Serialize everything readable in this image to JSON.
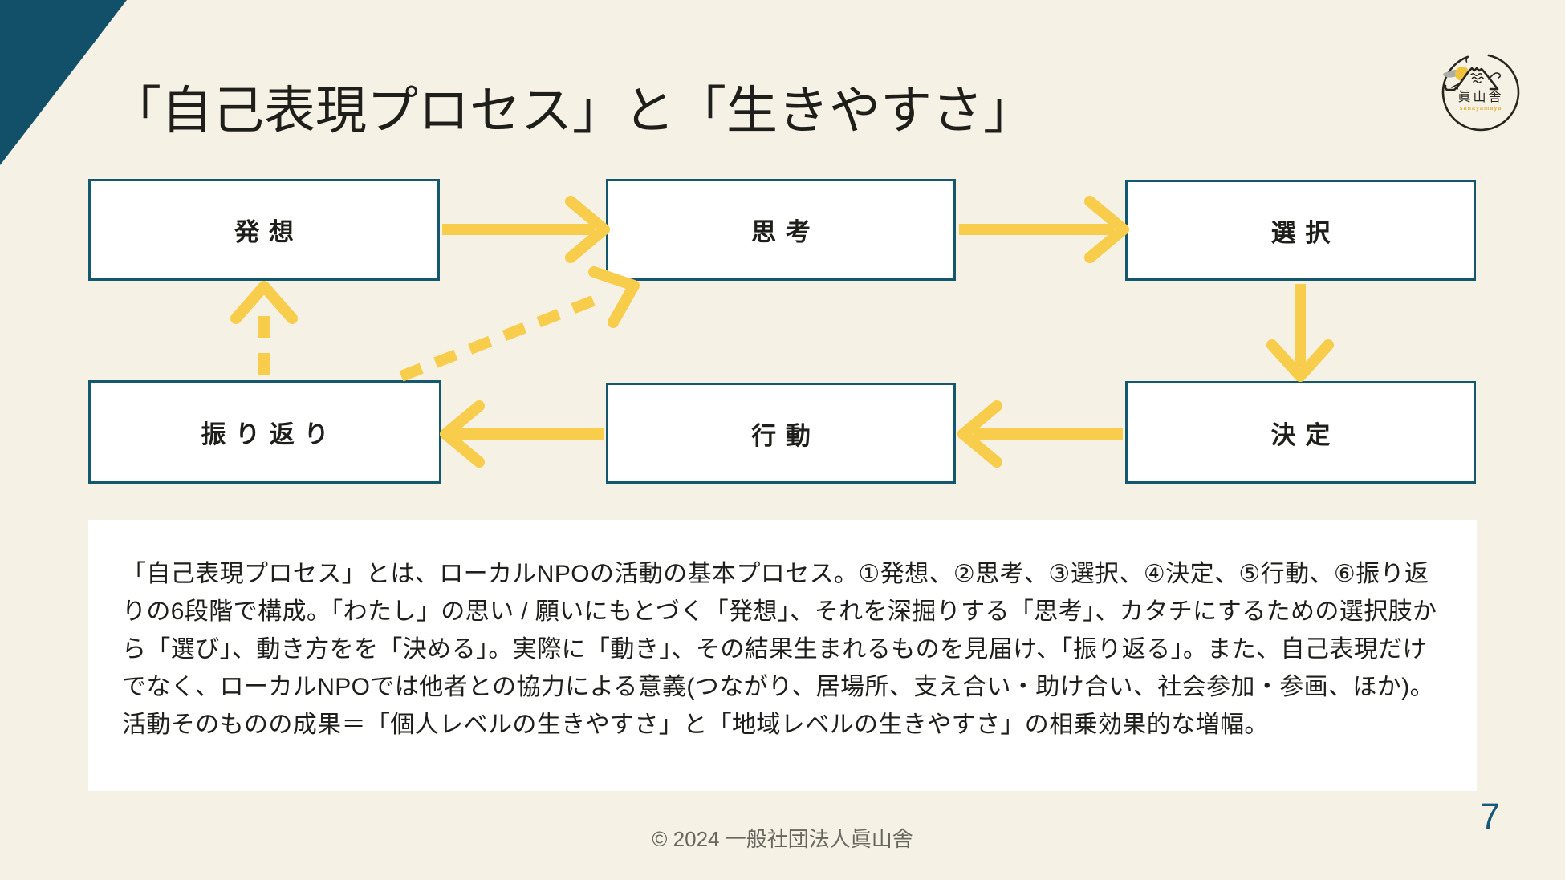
{
  "slide": {
    "title": "「自己表現プロセス」と「生きやすさ」",
    "page_number": "7",
    "copyright": "© 2024 一般社団法人眞山舎"
  },
  "logo": {
    "name_ja": "眞山舎",
    "name_romaji": "sanayamaya"
  },
  "diagram": {
    "boxes": [
      {
        "id": "hasso",
        "label": "発想"
      },
      {
        "id": "shiko",
        "label": "思考"
      },
      {
        "id": "sentaku",
        "label": "選択"
      },
      {
        "id": "furikaeri",
        "label": "振り返り"
      },
      {
        "id": "kodo",
        "label": "行動"
      },
      {
        "id": "kettei",
        "label": "決定"
      }
    ],
    "flows": [
      {
        "from": "発想",
        "to": "思考",
        "style": "solid"
      },
      {
        "from": "思考",
        "to": "選択",
        "style": "solid"
      },
      {
        "from": "選択",
        "to": "決定",
        "style": "solid"
      },
      {
        "from": "決定",
        "to": "行動",
        "style": "solid"
      },
      {
        "from": "行動",
        "to": "振り返り",
        "style": "solid"
      },
      {
        "from": "振り返り",
        "to": "発想",
        "style": "dashed"
      },
      {
        "from": "振り返り",
        "to": "思考",
        "style": "dashed"
      }
    ]
  },
  "description": {
    "paragraph": "「自己表現プロセス」とは、ローカルNPOの活動の基本プロセス。①発想、②思考、③選択、④決定、⑤行動、⑥振り返りの6段階で構成。「わたし」の思い / 願いにもとづく「発想」、それを深掘りする「思考」、カタチにするための選択肢から「選び」、動き方をを「決める」。実際に「動き」、その結果生まれるものを見届け、「振り返る」。また、自己表現だけでなく、ローカルNPOでは他者との協力による意義(つながり、居場所、支え合い・助け合い、社会参加・参画、ほか)。活動そのものの成果＝「個人レベルの生きやすさ」と「地域レベルの生きやすさ」の相乗効果的な増幅。"
  },
  "colors": {
    "background": "#F5F1E4",
    "accent_yellow": "#F8CD4B",
    "teal_border": "#14586F",
    "corner_triangle": "#124F68",
    "ink": "#1E1E1A",
    "copyright_gray": "#67675F",
    "page_number": "#1A587A",
    "panel_white": "#FFFFFF"
  }
}
